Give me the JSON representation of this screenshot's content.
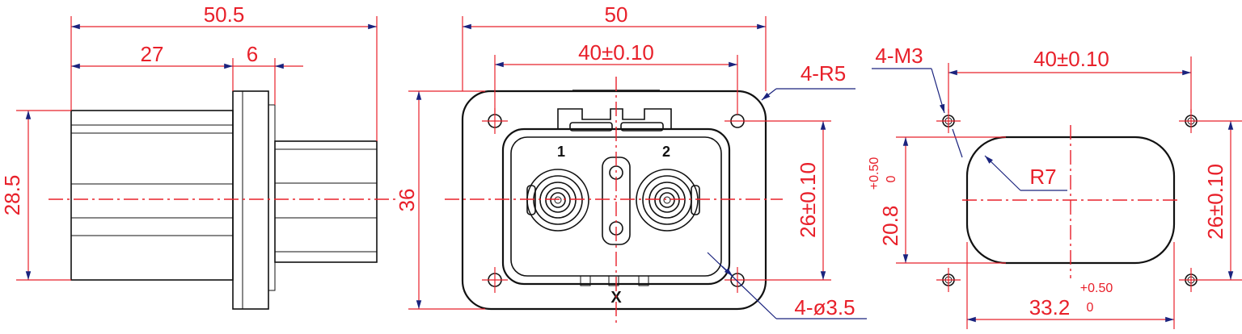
{
  "side_view": {
    "overall_length": "50.5",
    "body_length": "27",
    "flange_thickness": "6",
    "height": "28.5"
  },
  "front_view": {
    "overall_width": "50",
    "hole_spacing": "40±0.10",
    "overall_height": "36",
    "vertical_hole_spacing": "26±0.10",
    "corner_radius": "4-R5",
    "mounting_holes": "4-ø3.5",
    "terminal_1": "1",
    "terminal_2": "2",
    "bottom_mark": "X"
  },
  "cutout_view": {
    "thread_holes": "4-M3",
    "hole_spacing": "40±0.10",
    "cutout_radius": "R7",
    "cutout_height": "20.8",
    "cutout_height_tol_upper": "+0.50",
    "cutout_height_tol_lower": "0",
    "cutout_width": "33.2",
    "cutout_width_tol_upper": "+0.50",
    "cutout_width_tol_lower": "0",
    "vertical_hole_spacing": "26±0.10"
  },
  "colors": {
    "dimension": "#e8202a",
    "outline": "#111111",
    "leader": "#1a237e"
  }
}
